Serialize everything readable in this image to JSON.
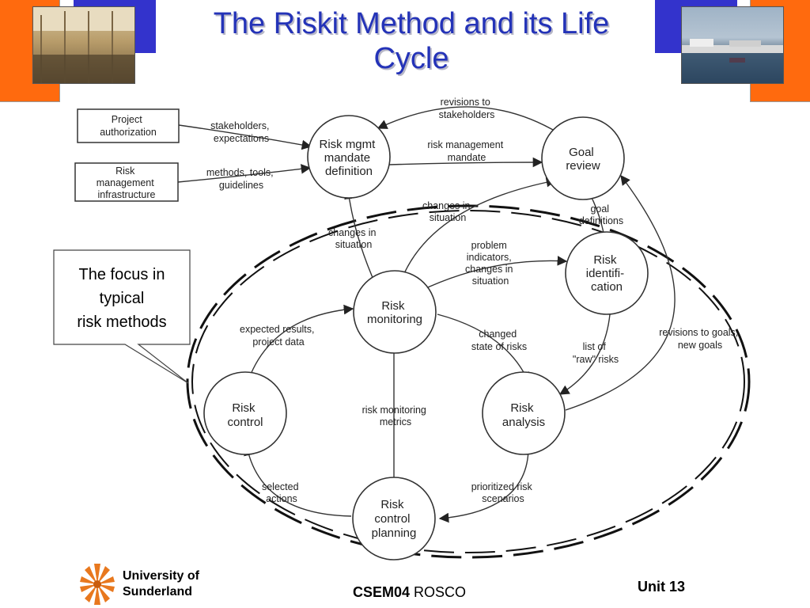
{
  "title_line1": "The Riskit Method and its Life",
  "title_line2": "Cycle",
  "nodes": {
    "mandate": [
      "Risk mgmt",
      "mandate",
      "definition"
    ],
    "goal": [
      "Goal",
      "review"
    ],
    "identification": [
      "Risk",
      "identifi-",
      "cation"
    ],
    "monitoring": [
      "Risk",
      "monitoring"
    ],
    "analysis": [
      "Risk",
      "analysis"
    ],
    "control": [
      "Risk",
      "control"
    ],
    "planning": [
      "Risk",
      "control",
      "planning"
    ]
  },
  "inputs": {
    "project_auth": [
      "Project",
      "authorization"
    ],
    "infrastructure": [
      "Risk",
      "management",
      "infrastructure"
    ]
  },
  "edges": {
    "stakeholders": [
      "stakeholders,",
      "expectations"
    ],
    "methods": [
      "methods, tools,",
      "guidelines"
    ],
    "revisions_stakeholders": [
      "revisions to",
      "stakeholders"
    ],
    "mandate_out": [
      "risk management",
      "mandate"
    ],
    "changes_situation_top": [
      "changes in",
      "situation"
    ],
    "changes_situation_left": [
      "changes in",
      "situation"
    ],
    "goal_definitions": [
      "goal",
      "definitions"
    ],
    "problem_indicators": [
      "problem",
      "indicators,",
      "changes in",
      "situation"
    ],
    "expected_results": [
      "expected results,",
      "project data"
    ],
    "changed_state": [
      "changed",
      "state of risks"
    ],
    "raw_risks": [
      "list of",
      "\"raw\" risks"
    ],
    "revisions_goals": [
      "revisions to goals,",
      "new goals"
    ],
    "monitoring_metrics": [
      "risk monitoring",
      "metrics"
    ],
    "selected_actions": [
      "selected",
      "actions"
    ],
    "prioritized": [
      "prioritized risk",
      "scenarios"
    ]
  },
  "callout": [
    "The focus in",
    "typical",
    "risk methods"
  ],
  "footer": {
    "university": [
      "University of",
      "Sunderland"
    ],
    "course_code": "CSEM04",
    "course_name": " ROSCO",
    "unit": "Unit 13"
  },
  "colors": {
    "title": "#2433b8",
    "orange": "#ff6a0e",
    "blue": "#3333cc"
  }
}
